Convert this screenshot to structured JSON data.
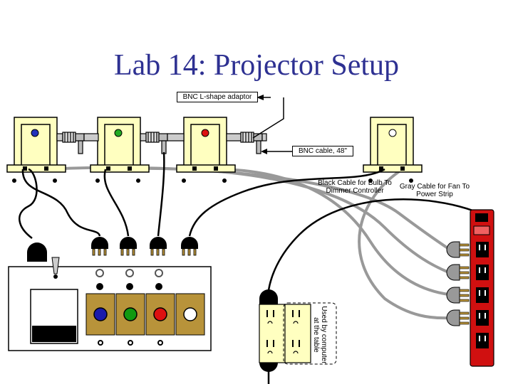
{
  "title": "Lab 14: Projector Setup",
  "labels": {
    "bnc_adaptor": "BNC L-shape adaptor",
    "bnc_cable": "BNC cable, 48\"",
    "black_cable": "Black Cable for Bulb To Dimmer Controller",
    "gray_cable": "Gray Cable for Fan To Power Strip",
    "used_by_computer": "Used by computer at the table"
  },
  "projectors": [
    {
      "dot_color": "#2233bb"
    },
    {
      "dot_color": "#22aa22"
    },
    {
      "dot_color": "#dd1111"
    },
    {
      "dot_color": "#ffffff"
    }
  ],
  "dimmer_knobs": [
    {
      "color": "#1a1aaa"
    },
    {
      "color": "#119911"
    },
    {
      "color": "#dd1111"
    },
    {
      "color": "#ffffff"
    }
  ],
  "colors": {
    "projector_body": "#ffffc0",
    "title": "#2e3192",
    "knob_panel": "#b8933a",
    "outlet": "#ffffc0",
    "power_strip": "#d01010",
    "gray_cable": "#999999"
  }
}
